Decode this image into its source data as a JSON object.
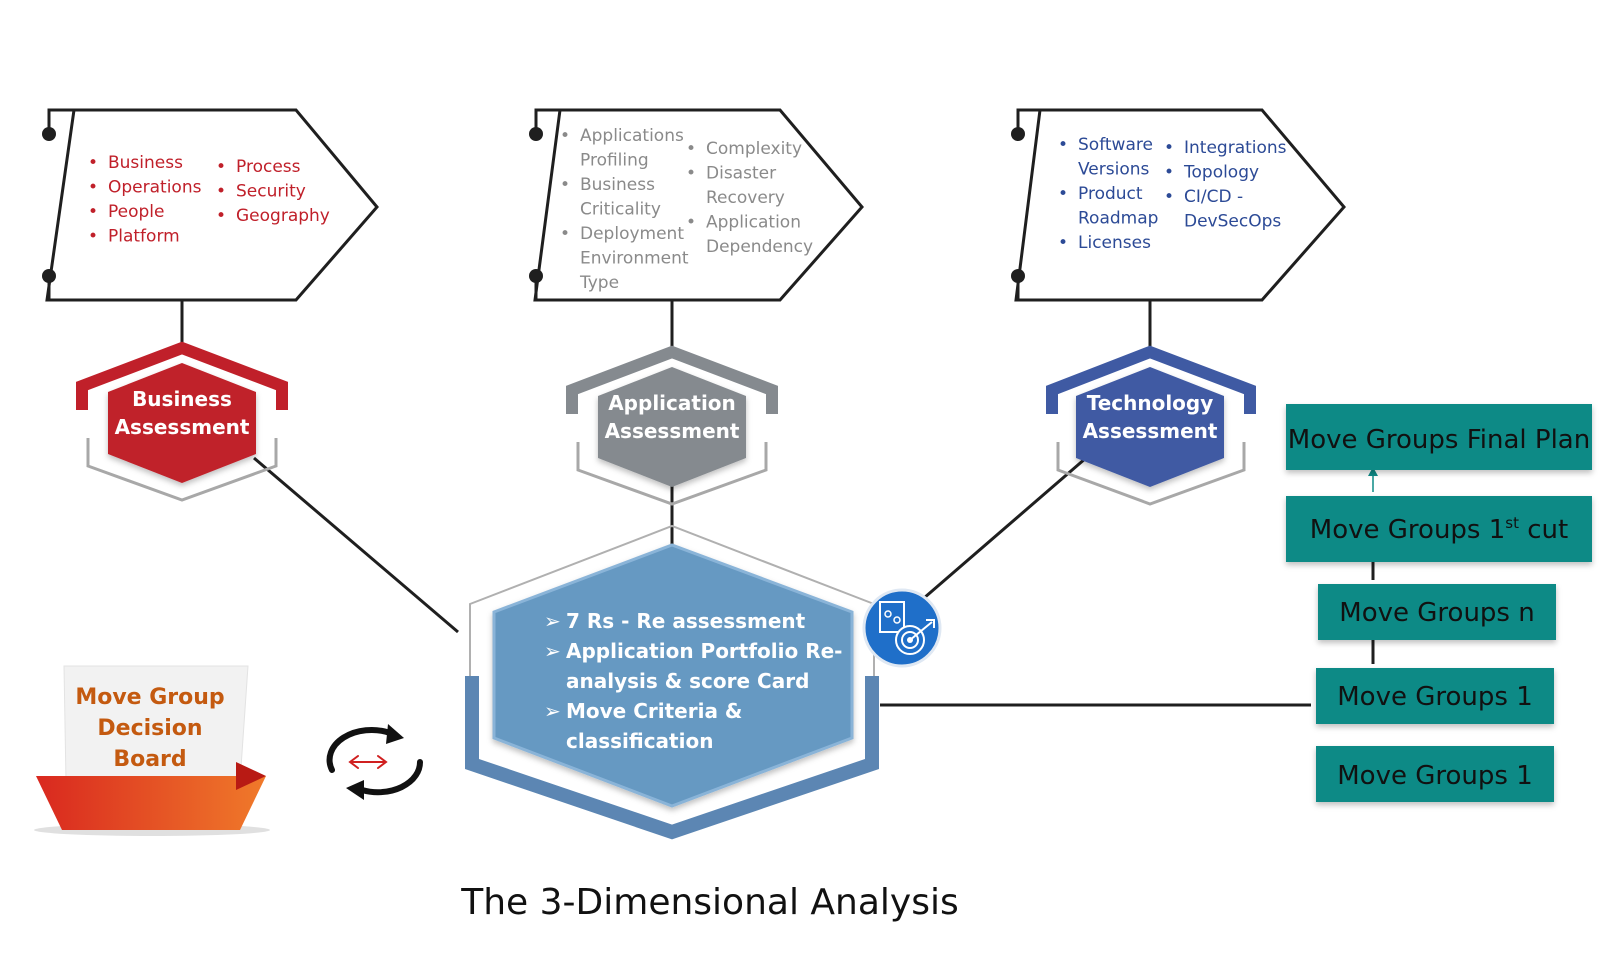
{
  "title": "The 3-Dimensional Analysis",
  "colors": {
    "business": "#c0202a",
    "application": "#858a8f",
    "technology": "#3f5aa3",
    "center": "#6699c2",
    "teal": "#0e8a86",
    "orange": "#c45a10"
  },
  "business": {
    "heading_line1": "Business",
    "heading_line2": "Assessment",
    "col1": [
      "Business",
      "Operations",
      "People",
      "Platform"
    ],
    "col2": [
      "Process",
      "Security",
      "Geography"
    ]
  },
  "application": {
    "heading_line1": "Application",
    "heading_line2": "Assessment",
    "col1": [
      "Applications",
      "Profiling",
      "Business",
      "Criticality",
      "Deployment",
      "Environment",
      "Type"
    ],
    "col2": [
      "Complexity",
      "Disaster",
      "Recovery",
      "Application",
      "Dependency"
    ]
  },
  "technology": {
    "heading_line1": "Technology",
    "heading_line2": "Assessment",
    "col1": [
      "Software",
      "Versions",
      "Product",
      "Roadmap",
      "Licenses"
    ],
    "col2": [
      "Integrations",
      "Topology",
      "CI/CD -",
      "DevSecOps"
    ]
  },
  "center": {
    "line1": "7 Rs -  Re assessment",
    "line2": "Application Portfolio Re-",
    "line3": "analysis & score  Card",
    "line4": "Move Criteria &",
    "line5": "classification"
  },
  "decision_board": {
    "line1": "Move Group",
    "line2": "Decision",
    "line3": "Board"
  },
  "move_groups": {
    "final_plan": "Move Groups Final Plan",
    "first_cut_prefix": "Move Groups 1",
    "first_cut_sup": "st",
    "first_cut_suffix": " cut",
    "n": "Move Groups n",
    "one_a": "Move Groups 1",
    "one_b": "Move Groups 1"
  },
  "icons": {
    "target": "target-analysis-icon",
    "cycle": "cycle-arrows-icon"
  }
}
